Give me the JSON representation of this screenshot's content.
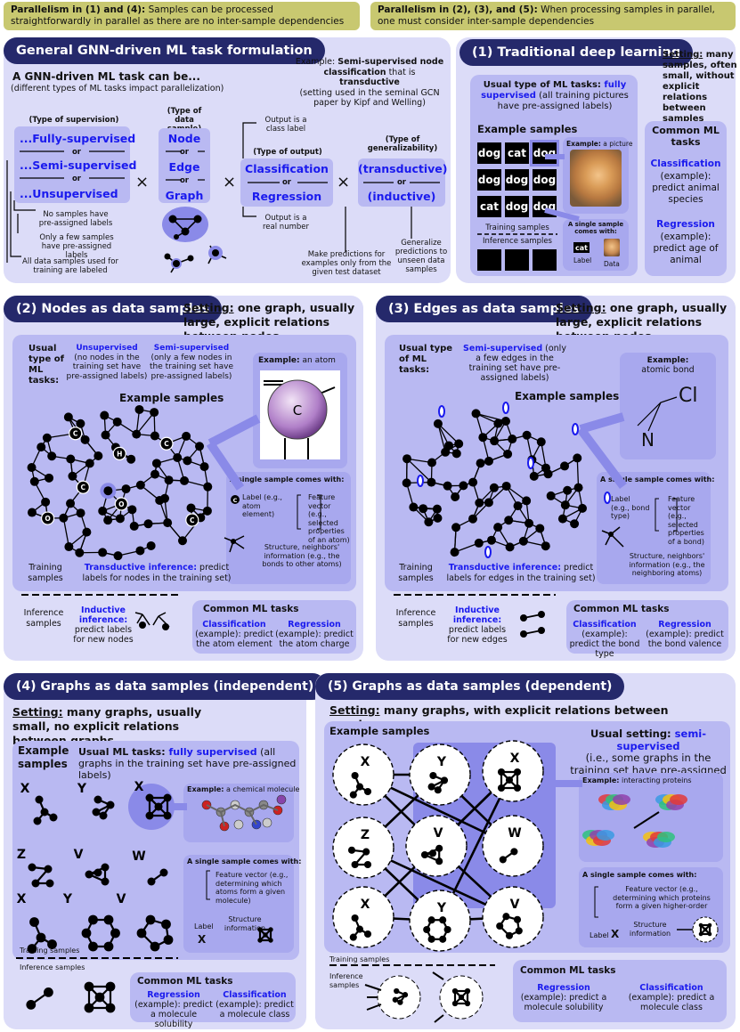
{
  "banners": {
    "left": {
      "bold": "Parallelism in (1) and (4):",
      "rest": " Samples can be processed straightforwardly in parallel as there are no inter-sample dependencies"
    },
    "right": {
      "bold": "Parallelism in (2), (3), and (5):",
      "rest": " When processing samples in parallel, one must consider inter-sample dependencies"
    }
  },
  "general": {
    "title": "General GNN-driven ML task formulation",
    "lead": "A GNN-driven ML task can be...",
    "lead_sub": "(different types of ML tasks impact parallelization)",
    "example_prefix": "Example: ",
    "example_bold": "Semi-supervised node classification",
    "example_mid": " that is ",
    "example_bold2": "transductive",
    "example_rest": "(setting used in the seminal GCN paper by Kipf and Welling)",
    "supervision_head": "(Type of supervision)",
    "supervision": [
      "...Fully-supervised",
      "...Semi-supervised",
      "...Unsupervised"
    ],
    "sample_head": "(Type of data sample)",
    "samples": [
      "Node",
      "Edge",
      "Graph"
    ],
    "output_head": "(Type of output)",
    "outputs": [
      "Classification",
      "Regression"
    ],
    "gen_head": "(Type of generalizability)",
    "gens": [
      "(transductive)",
      "(inductive)"
    ],
    "or": "or",
    "times": "×",
    "notes": {
      "no_labels": "No samples have pre-assigned labels",
      "few_labels": "Only a few samples have pre-assigned labels",
      "all_labels": "All data samples used for training are labeled",
      "class_label": "Output is a class label",
      "real_number": "Output is a real number",
      "transductive": "Make predictions for examples only from the given test dataset",
      "inductive": "Generalize predictions to unseen data samples"
    }
  },
  "trad": {
    "title": "(1) Traditional deep learning",
    "setting_label": "Setting:",
    "setting": " many samples, often small, without explicit relations between samples",
    "usual_prefix": "Usual type of ML tasks: ",
    "usual_blue": "fully supervised",
    "usual_rest": " (all training pictures have pre-assigned labels)",
    "example_samples": "Example samples",
    "grid": [
      "dog",
      "cat",
      "dog",
      "dog",
      "dog",
      "dog",
      "cat",
      "dog",
      "dog"
    ],
    "example_pic_prefix": "Example:",
    "example_pic": " a picture",
    "single_sample": "A single sample comes with:",
    "label_tag": "cat",
    "label": "Label",
    "data": "Data",
    "training_samples": "Training samples",
    "inference_samples": "Inference samples",
    "common": "Common ML tasks",
    "classification": "Classification",
    "classification_ex": "(example): predict animal species",
    "regression": "Regression",
    "regression_ex": "(example): predict age of animal"
  },
  "nodes": {
    "title": "(2) Nodes as data samples",
    "setting_label": "Setting:",
    "setting": " one graph, usually large, explicit relations between nodes",
    "usual": "Usual type of ML tasks:",
    "unsup": "Unsupervised",
    "unsup_desc": "(no nodes in the training set have pre-assigned labels)",
    "semisup": "Semi-supervised",
    "semisup_desc": "(only a few nodes in the training set have pre-assigned labels)",
    "example_prefix": "Example:",
    "example": " an atom",
    "atom_letter": "C",
    "example_samples": "Example samples",
    "single_sample": "A single sample comes with:",
    "label_desc": "Label (e.g., atom element)",
    "feature_desc": "Feature vector (e.g., selected properties of an atom)",
    "structure_desc": "Structure, neighbors' information (e.g., the bonds to other atoms)",
    "training": "Training samples",
    "transductive_b": "Transductive inference:",
    "transductive": " predict labels for nodes in the training set)",
    "inference": "Inference samples",
    "inductive_b": "Inductive inference:",
    "inductive": "predict labels for new nodes",
    "common": "Common ML tasks",
    "classification": "Classification",
    "classification_ex": "(example): predict the atom element",
    "regression": "Regression",
    "regression_ex": "(example): predict the atom charge",
    "node_labels": [
      "C",
      "C",
      "H",
      "C",
      "O",
      "O",
      "C"
    ]
  },
  "edges": {
    "title": "(3) Edges as data samples",
    "setting_label": "Setting:",
    "setting": " one graph, usually large, explicit relations between nodes",
    "usual": "Usual type of ML tasks:",
    "semisup": "Semi-supervised",
    "semisup_desc": " (only a few edges in the training set have pre-assigned labels)",
    "example_head": "Example:",
    "example": "atomic bond",
    "cl": "Cl",
    "n": "N",
    "example_samples": "Example samples",
    "single_sample": "A single sample comes with:",
    "label_desc": "Label (e.g., bond type)",
    "feature_desc": "Feature vector (e.g., selected properties of a bond)",
    "structure_desc": "Structure, neighbors' information (e.g., the neighboring atoms)",
    "training": "Training samples",
    "transductive_b": "Transductive inference:",
    "transductive": " predict labels for edges in the training set)",
    "inference": "Inference samples",
    "inductive_b": "Inductive inference:",
    "inductive": "predict labels for new edges",
    "common": "Common ML tasks",
    "classification": "Classification",
    "classification_ex": "(example): predict the bond type",
    "regression": "Regression",
    "regression_ex": "(example): predict the bond valence"
  },
  "graphs_ind": {
    "title": "(4) Graphs as data samples (independent)",
    "setting_label": "Setting:",
    "setting": " many graphs, usually small, no explicit relations between graphs",
    "example_samples": "Example samples",
    "usual_prefix": "Usual ML tasks: ",
    "usual_blue": "fully supervised",
    "usual_rest": " (all graphs in the training set have pre-assigned labels)",
    "example_prefix": "Example:",
    "example": " a chemical molecule",
    "single_sample": "A single sample comes with:",
    "feature_desc": "Feature vector (e.g., determining which atoms form a given molecule)",
    "label": "Label",
    "label_x": "X",
    "structure": "Structure information",
    "graph_labels": [
      "X",
      "Y",
      "X",
      "Z",
      "V",
      "W",
      "X",
      "Y",
      "V"
    ],
    "training": "Training samples",
    "inference": "Inference samples",
    "common": "Common ML tasks",
    "regression": "Regression",
    "regression_ex": "(example): predict a molecule solubility",
    "classification": "Classification",
    "classification_ex": "(example): predict a molecule class"
  },
  "graphs_dep": {
    "title": "(5) Graphs as data samples (dependent)",
    "setting_label": "Setting:",
    "setting": " many graphs, with explicit relations between graphs",
    "example_samples": "Example samples",
    "usual_prefix": "Usual setting: ",
    "usual_blue": "semi-supervised",
    "usual_rest": "(i.e., some graphs in the training set have pre-assigned labels)",
    "example_prefix": "Example:",
    "example": " interacting proteins",
    "single_sample": "A single sample comes with:",
    "feature_desc": "Feature vector (e.g., determining which proteins form a given higher-order",
    "label": "Label",
    "label_x": "X",
    "structure": "Structure information",
    "graph_labels": [
      "X",
      "Y",
      "X",
      "Z",
      "V",
      "W",
      "X",
      "Y",
      "V"
    ],
    "training": "Training samples",
    "inference": "Inference samples",
    "common": "Common ML tasks",
    "regression": "Regression",
    "regression_ex": "(example): predict a molecule solubility",
    "classification": "Classification",
    "classification_ex": "(example): predict a molecule class"
  },
  "colors": {
    "panel": "#dcdcf8",
    "inner": "#b9b9f2",
    "pill": "#25296b",
    "banner": "#c8c870",
    "accent": "#1a1aee"
  }
}
